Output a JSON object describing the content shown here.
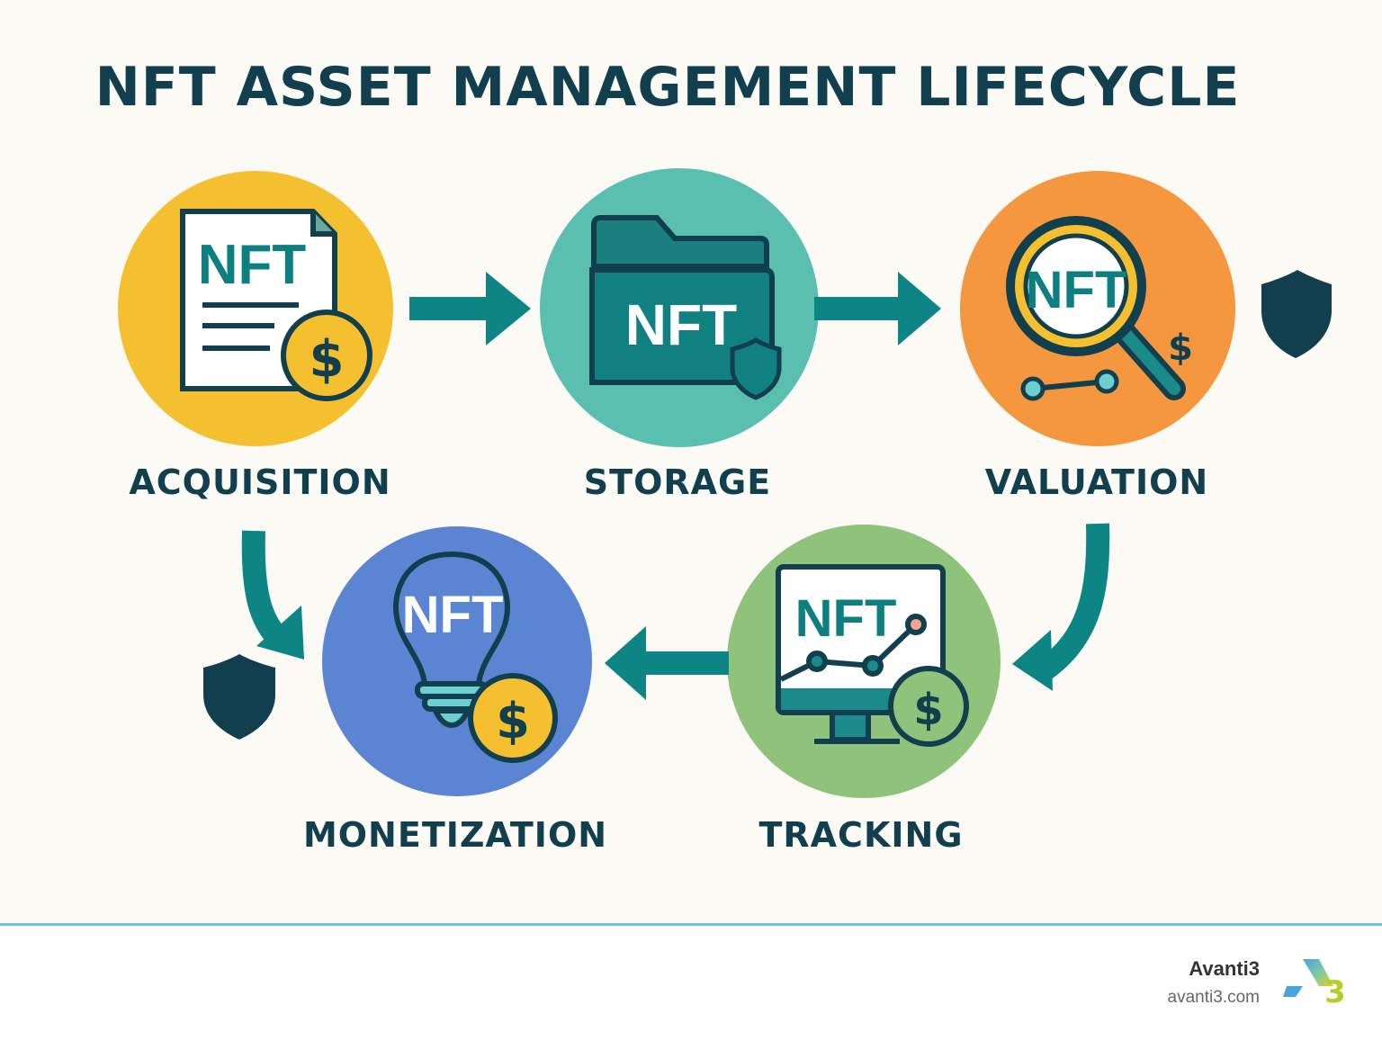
{
  "title": "NFT ASSET MANAGEMENT LIFECYCLE",
  "stages": [
    {
      "label": "ACQUISITION",
      "icon_text": "NFT",
      "color": "#f5c030"
    },
    {
      "label": "STORAGE",
      "icon_text": "NFT",
      "color": "#5bbfb0"
    },
    {
      "label": "VALUATION",
      "icon_text": "NFT",
      "color": "#f5973f"
    },
    {
      "label": "TRACKING",
      "icon_text": "NFT",
      "color": "#8fc27a"
    },
    {
      "label": "MONETIZATION",
      "icon_text": "NFT",
      "color": "#5b84d2"
    }
  ],
  "dollar_sign": "$",
  "footer": {
    "brand": "Avanti3",
    "url": "avanti3.com",
    "logo_text": "A3"
  },
  "colors": {
    "dark": "#123f4d",
    "arrow": "#0e8585",
    "rule": "#6cc3d5"
  }
}
